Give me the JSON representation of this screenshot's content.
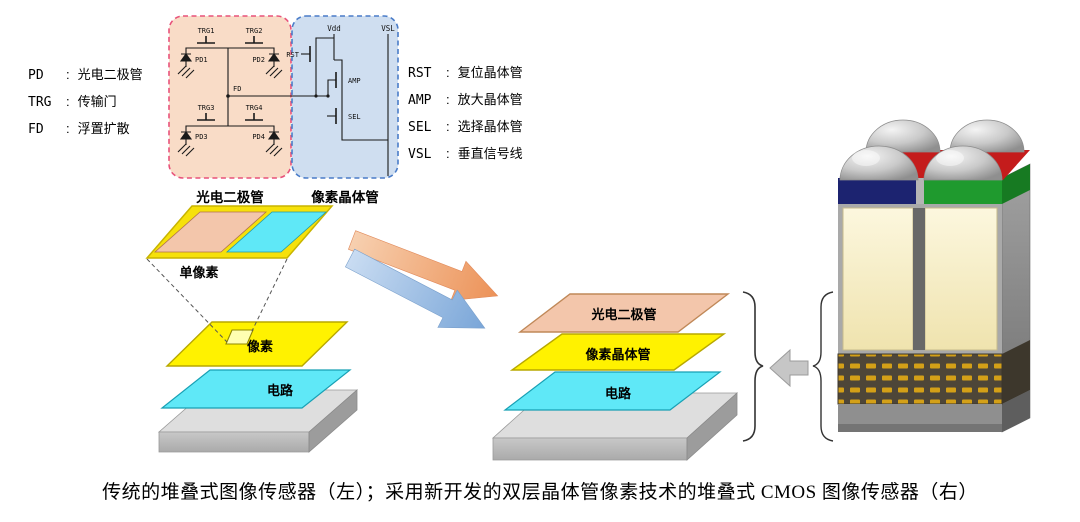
{
  "legend_left": {
    "separator": ":",
    "items": [
      {
        "abbr": "PD",
        "desc": "光电二极管"
      },
      {
        "abbr": "TRG",
        "desc": "传输门"
      },
      {
        "abbr": "FD",
        "desc": "浮置扩散"
      }
    ]
  },
  "legend_right": {
    "separator": ":",
    "items": [
      {
        "abbr": "RST",
        "desc": "复位晶体管"
      },
      {
        "abbr": "AMP",
        "desc": "放大晶体管"
      },
      {
        "abbr": "SEL",
        "desc": "选择晶体管"
      },
      {
        "abbr": "VSL",
        "desc": "垂直信号线"
      }
    ]
  },
  "circuit": {
    "photodiode_section_label": "光电二极管",
    "pixel_transistor_section_label": "像素晶体管",
    "labels": {
      "trg1": "TRG1",
      "trg2": "TRG2",
      "trg3": "TRG3",
      "trg4": "TRG4",
      "pd1": "PD1",
      "pd2": "PD2",
      "pd3": "PD3",
      "pd4": "PD4",
      "fd": "FD",
      "vdd": "Vdd",
      "vsl": "VSL",
      "rst": "RST",
      "amp": "AMP",
      "sel": "SEL"
    }
  },
  "left_stack": {
    "single_pixel_label": "单像素",
    "pixel_label": "像素",
    "circuit_label": "电路"
  },
  "right_stack": {
    "photodiode_label": "光电二极管",
    "pixel_transistor_label": "像素晶体管",
    "circuit_label": "电路"
  },
  "caption": "传统的堆叠式图像传感器（左）；采用新开发的双层晶体管像素技术的堆叠式 CMOS 图像传感器（右）",
  "colors": {
    "photodiode_salmon": "#f3c6ab",
    "pixel_yellow": "#fff200",
    "circuit_cyan": "#5fe8f7",
    "pd_box_fill": "#f9dcc7",
    "pd_box_border": "#e8527a",
    "tr_box_fill": "#cfdef0",
    "tr_box_border": "#4a7cc8",
    "filter_red": "#c41c1c",
    "filter_green": "#1f9a2e",
    "filter_blue": "#1c2370"
  }
}
